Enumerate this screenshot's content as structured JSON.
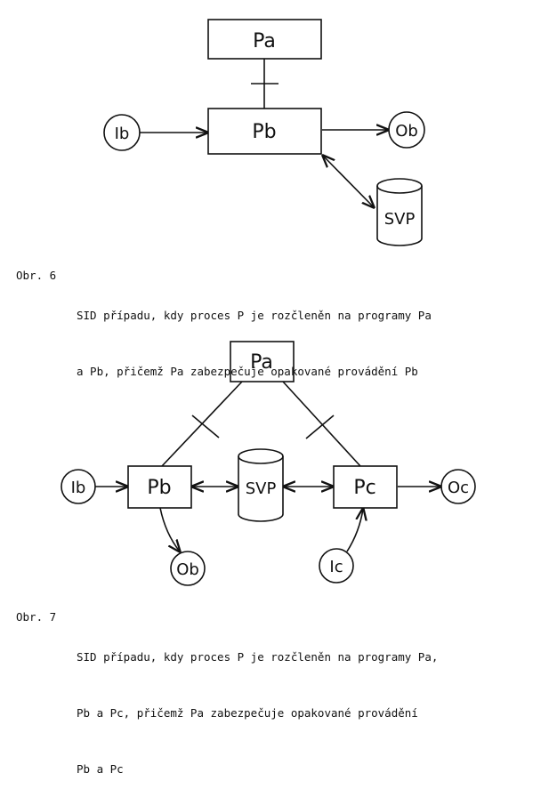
{
  "fig6": {
    "nodes": {
      "pa": "Pa",
      "pb": "Pb",
      "ib": "Ib",
      "ob": "Ob",
      "svp": "SVP"
    },
    "caption_label": "Obr. 6",
    "caption_line1": "SID případu, kdy proces P je rozčleněn na programy Pa",
    "caption_line2": "a Pb, přičemž Pa zabezpečuje opakované provádění Pb"
  },
  "fig7": {
    "nodes": {
      "pa": "Pa",
      "pb": "Pb",
      "pc": "Pc",
      "ib": "Ib",
      "ob": "Ob",
      "svp": "SVP",
      "oc": "Oc",
      "ic": "Ic"
    },
    "caption_label": "Obr. 7",
    "caption_line1": "SID případu, kdy proces P je rozčleněn na programy Pa,",
    "caption_line2": "Pb a Pc, přičemž Pa zabezpečuje opakované provádění",
    "caption_line3": "Pb a Pc"
  }
}
